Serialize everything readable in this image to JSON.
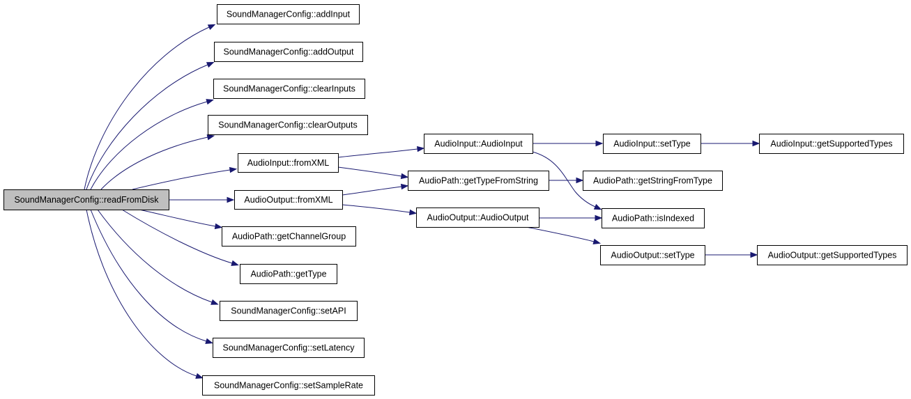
{
  "colors": {
    "edge": "#191970",
    "node_fill": "#ffffff",
    "root_fill": "#bfbfbf",
    "border": "#000000"
  },
  "nodes": [
    {
      "id": "readFromDisk",
      "label": "SoundManagerConfig::readFromDisk",
      "root": true
    },
    {
      "id": "addInput",
      "label": "SoundManagerConfig::addInput"
    },
    {
      "id": "addOutput",
      "label": "SoundManagerConfig::addOutput"
    },
    {
      "id": "clearInputs",
      "label": "SoundManagerConfig::clearInputs"
    },
    {
      "id": "clearOutputs",
      "label": "SoundManagerConfig::clearOutputs"
    },
    {
      "id": "inFromXML",
      "label": "AudioInput::fromXML"
    },
    {
      "id": "outFromXML",
      "label": "AudioOutput::fromXML"
    },
    {
      "id": "getChannelGroup",
      "label": "AudioPath::getChannelGroup"
    },
    {
      "id": "getType",
      "label": "AudioPath::getType"
    },
    {
      "id": "setAPI",
      "label": "SoundManagerConfig::setAPI"
    },
    {
      "id": "setLatency",
      "label": "SoundManagerConfig::setLatency"
    },
    {
      "id": "setSampleRate",
      "label": "SoundManagerConfig::setSampleRate"
    },
    {
      "id": "audioInputCtor",
      "label": "AudioInput::AudioInput"
    },
    {
      "id": "getTypeFromString",
      "label": "AudioPath::getTypeFromString"
    },
    {
      "id": "audioOutputCtor",
      "label": "AudioOutput::AudioOutput"
    },
    {
      "id": "inSetType",
      "label": "AudioInput::setType"
    },
    {
      "id": "getStringFromType",
      "label": "AudioPath::getStringFromType"
    },
    {
      "id": "isIndexed",
      "label": "AudioPath::isIndexed"
    },
    {
      "id": "outSetType",
      "label": "AudioOutput::setType"
    },
    {
      "id": "inSupported",
      "label": "AudioInput::getSupportedTypes"
    },
    {
      "id": "outSupported",
      "label": "AudioOutput::getSupportedTypes"
    }
  ],
  "edges": [
    {
      "from": "readFromDisk",
      "to": "addInput"
    },
    {
      "from": "readFromDisk",
      "to": "addOutput"
    },
    {
      "from": "readFromDisk",
      "to": "clearInputs"
    },
    {
      "from": "readFromDisk",
      "to": "clearOutputs"
    },
    {
      "from": "readFromDisk",
      "to": "inFromXML"
    },
    {
      "from": "readFromDisk",
      "to": "outFromXML"
    },
    {
      "from": "readFromDisk",
      "to": "getChannelGroup"
    },
    {
      "from": "readFromDisk",
      "to": "getType"
    },
    {
      "from": "readFromDisk",
      "to": "setAPI"
    },
    {
      "from": "readFromDisk",
      "to": "setLatency"
    },
    {
      "from": "readFromDisk",
      "to": "setSampleRate"
    },
    {
      "from": "inFromXML",
      "to": "audioInputCtor"
    },
    {
      "from": "inFromXML",
      "to": "getTypeFromString"
    },
    {
      "from": "outFromXML",
      "to": "getTypeFromString"
    },
    {
      "from": "outFromXML",
      "to": "audioOutputCtor"
    },
    {
      "from": "audioInputCtor",
      "to": "inSetType"
    },
    {
      "from": "audioInputCtor",
      "to": "isIndexed"
    },
    {
      "from": "getTypeFromString",
      "to": "getStringFromType"
    },
    {
      "from": "audioOutputCtor",
      "to": "isIndexed"
    },
    {
      "from": "audioOutputCtor",
      "to": "outSetType"
    },
    {
      "from": "inSetType",
      "to": "inSupported"
    },
    {
      "from": "outSetType",
      "to": "outSupported"
    }
  ]
}
